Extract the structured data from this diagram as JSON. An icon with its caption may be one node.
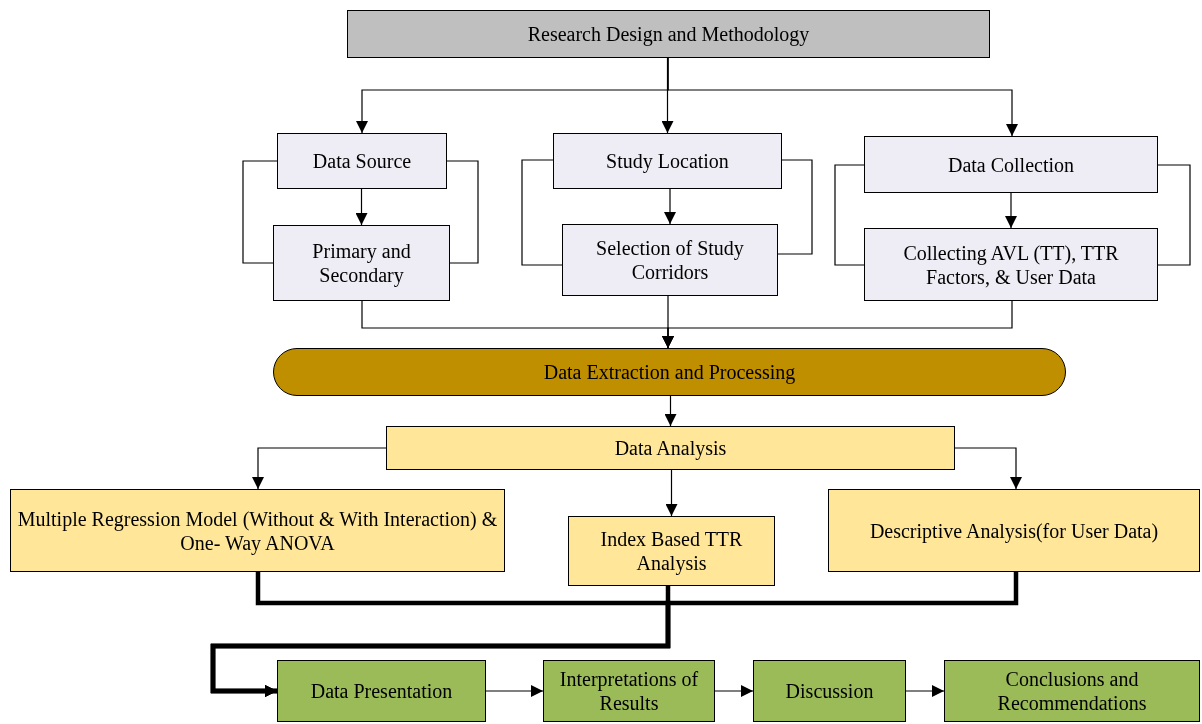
{
  "diagram": {
    "nodes": [
      {
        "text": [
          "Research Design and Methodology"
        ]
      },
      {
        "text": [
          "Data Source"
        ]
      },
      {
        "text": [
          "Primary and Secondary"
        ]
      },
      {
        "text": [
          "Study Location"
        ]
      },
      {
        "text": [
          "Selection of Study Corridors"
        ]
      },
      {
        "text": [
          "Data Collection"
        ]
      },
      {
        "text": [
          "Collecting AVL (TT), TTR Factors, & User Data"
        ]
      },
      {
        "text": [
          "Data Extraction and Processing"
        ]
      },
      {
        "text": [
          "Data Analysis"
        ]
      },
      {
        "text": [
          "Multiple Regression Model (Without & With Interaction) & One- Way ANOVA"
        ]
      },
      {
        "text": [
          "Index Based TTR Analysis"
        ]
      },
      {
        "text": [
          "Descriptive Analysis(for User Data)"
        ]
      },
      {
        "text": [
          "Data Presentation"
        ]
      },
      {
        "text": [
          "Interpretations of Results"
        ]
      },
      {
        "text": [
          "Discussion"
        ]
      },
      {
        "text": [
          "Conclusions and Recommendations"
        ]
      }
    ],
    "edges": [
      {
        "from": 0,
        "to": 1,
        "arrow": "to"
      },
      {
        "from": 0,
        "to": 3,
        "arrow": "to"
      },
      {
        "from": 0,
        "to": 5,
        "arrow": "to"
      },
      {
        "from": 1,
        "to": 2,
        "arrow": "to"
      },
      {
        "from": 1,
        "to": 2,
        "arrow": "none"
      },
      {
        "from": 1,
        "to": 2,
        "arrow": "none"
      },
      {
        "from": 3,
        "to": 4,
        "arrow": "to"
      },
      {
        "from": 3,
        "to": 4,
        "arrow": "none"
      },
      {
        "from": 3,
        "to": 4,
        "arrow": "none"
      },
      {
        "from": 5,
        "to": 6,
        "arrow": "to"
      },
      {
        "from": 5,
        "to": 6,
        "arrow": "none"
      },
      {
        "from": 5,
        "to": 6,
        "arrow": "none"
      },
      {
        "from": 2,
        "to": 7,
        "arrow": "to"
      },
      {
        "from": 4,
        "to": 7,
        "arrow": "to"
      },
      {
        "from": 6,
        "to": 7,
        "arrow": "to"
      },
      {
        "from": 7,
        "to": 8,
        "arrow": "to"
      },
      {
        "from": 8,
        "to": 9,
        "arrow": "to"
      },
      {
        "from": 8,
        "to": 10,
        "arrow": "to"
      },
      {
        "from": 8,
        "to": 11,
        "arrow": "to"
      },
      {
        "from": 9,
        "to": 12,
        "arrow": "to",
        "style": "thick"
      },
      {
        "from": 10,
        "to": 12,
        "arrow": "to",
        "style": "thick"
      },
      {
        "from": 11,
        "to": 12,
        "arrow": "to",
        "style": "thick"
      },
      {
        "from": 12,
        "to": 13,
        "arrow": "to"
      },
      {
        "from": 13,
        "to": 14,
        "arrow": "to"
      },
      {
        "from": 14,
        "to": 15,
        "arrow": "to"
      }
    ]
  }
}
